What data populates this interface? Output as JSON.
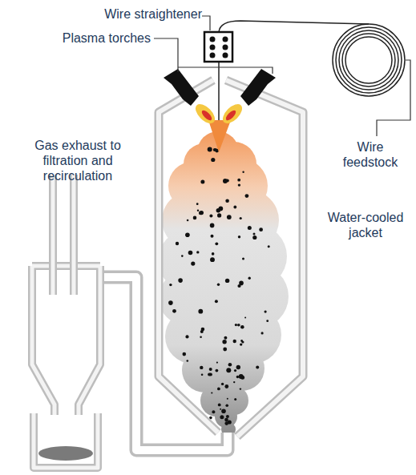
{
  "diagram": {
    "labels": [
      "Wire straightener",
      "Plasma torches",
      "Wire feedstock",
      "Gas exhaust to filtration and recirculation",
      "Water-cooled jacket"
    ]
  }
}
